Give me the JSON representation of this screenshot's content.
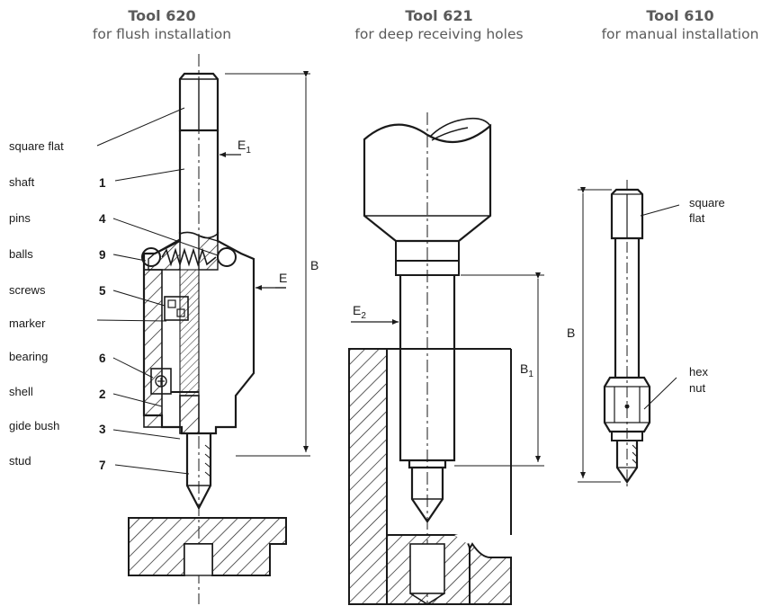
{
  "tools": [
    {
      "title": "Tool 620",
      "subtitle": "for flush installation"
    },
    {
      "title": "Tool 621",
      "subtitle": "for deep receiving holes"
    },
    {
      "title": "Tool 610",
      "subtitle": "for manual installation"
    }
  ],
  "tool620": {
    "labels": [
      "square flat",
      "shaft",
      "pins",
      "balls",
      "screws",
      "marker",
      "bearing",
      "shell",
      "gide bush",
      "stud"
    ],
    "numbers": [
      "1",
      "4",
      "9",
      "5",
      "6",
      "2",
      "3",
      "7"
    ],
    "dims": {
      "e1": "E",
      "e1_sub": "1",
      "e": "E",
      "b": "B"
    }
  },
  "tool621": {
    "dims": {
      "e2": "E",
      "e2_sub": "2",
      "b1": "B",
      "b1_sub": "1"
    }
  },
  "tool610": {
    "labels": [
      "square",
      "flat",
      "hex",
      "nut"
    ],
    "dims": {
      "b": "B"
    }
  },
  "colors": {
    "heading": "#5a5a5a",
    "line": "#1a1a1a"
  }
}
